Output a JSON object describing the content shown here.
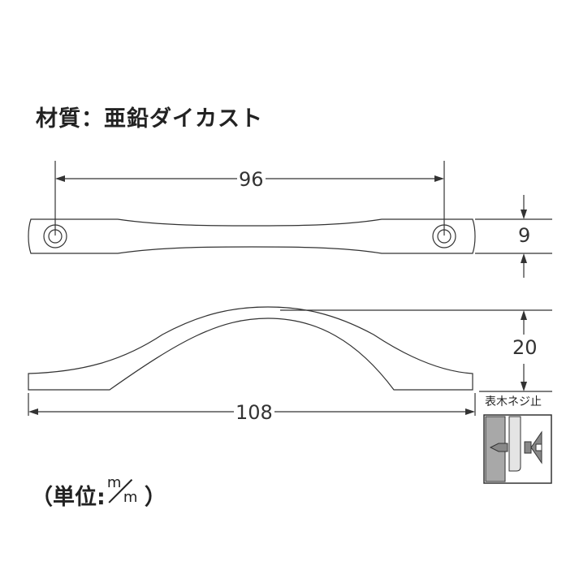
{
  "material": {
    "label": "材質：亜鉛ダイカスト"
  },
  "dimensions": {
    "hole_pitch": "96",
    "width": "9",
    "height": "20",
    "length": "108"
  },
  "screw_detail": {
    "label": "表木ネジ止"
  },
  "unit": {
    "prefix": "（単位:",
    "numerator": "m",
    "denominator": "m",
    "suffix": "）"
  },
  "colors": {
    "line": "#333333",
    "gray_fill": "#a8a8a8",
    "light_fill": "#e4e4e4"
  }
}
